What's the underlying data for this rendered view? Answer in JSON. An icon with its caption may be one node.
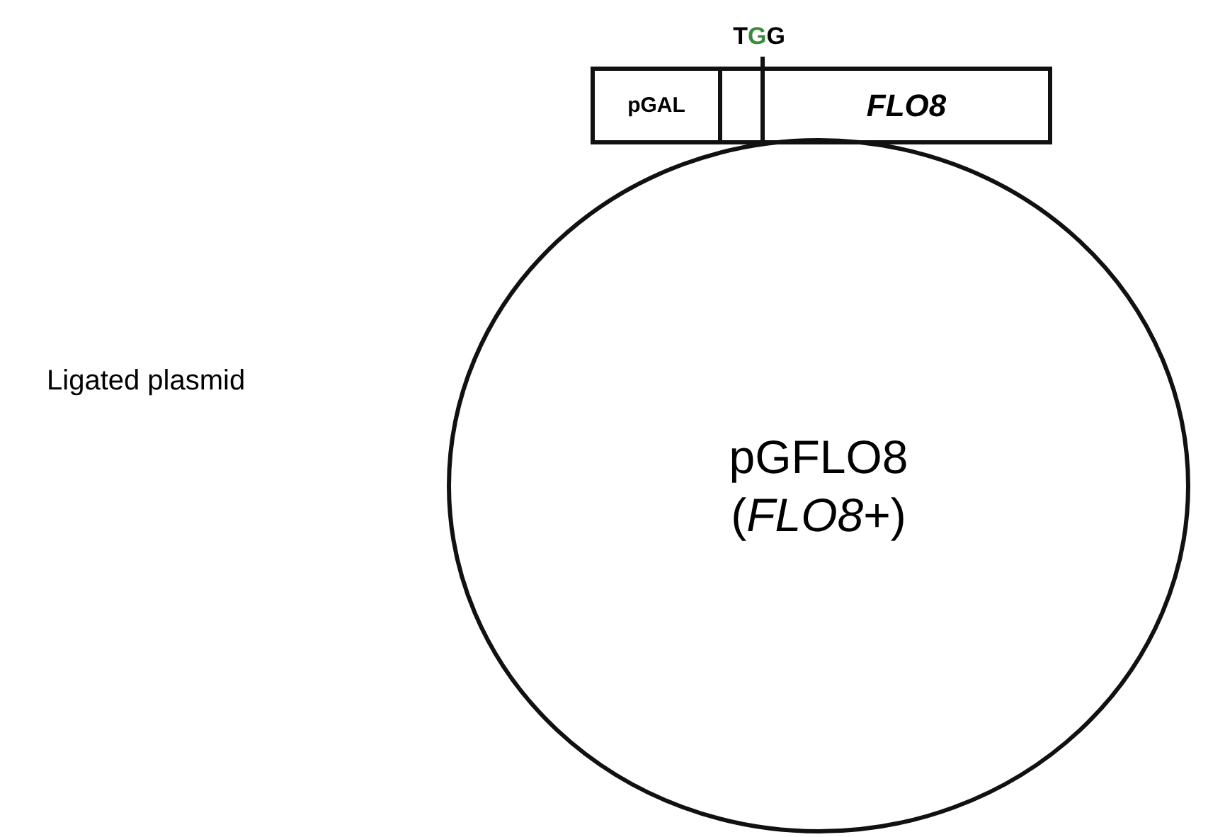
{
  "diagram": {
    "nodes": [
      {
        "text": [
          "TGG"
        ]
      },
      {
        "text": [
          "pGAL"
        ]
      },
      {
        "text": [],
        "shape": "box"
      },
      {
        "text": [
          "FLO8"
        ]
      },
      {
        "text": [
          "pGFLO8 (*FLO8*+)"
        ]
      }
    ],
    "edges": [
      {
        "from": 0,
        "to": 2,
        "arrow": "none"
      }
    ],
    "labels": [
      "Ligated plasmid"
    ]
  }
}
